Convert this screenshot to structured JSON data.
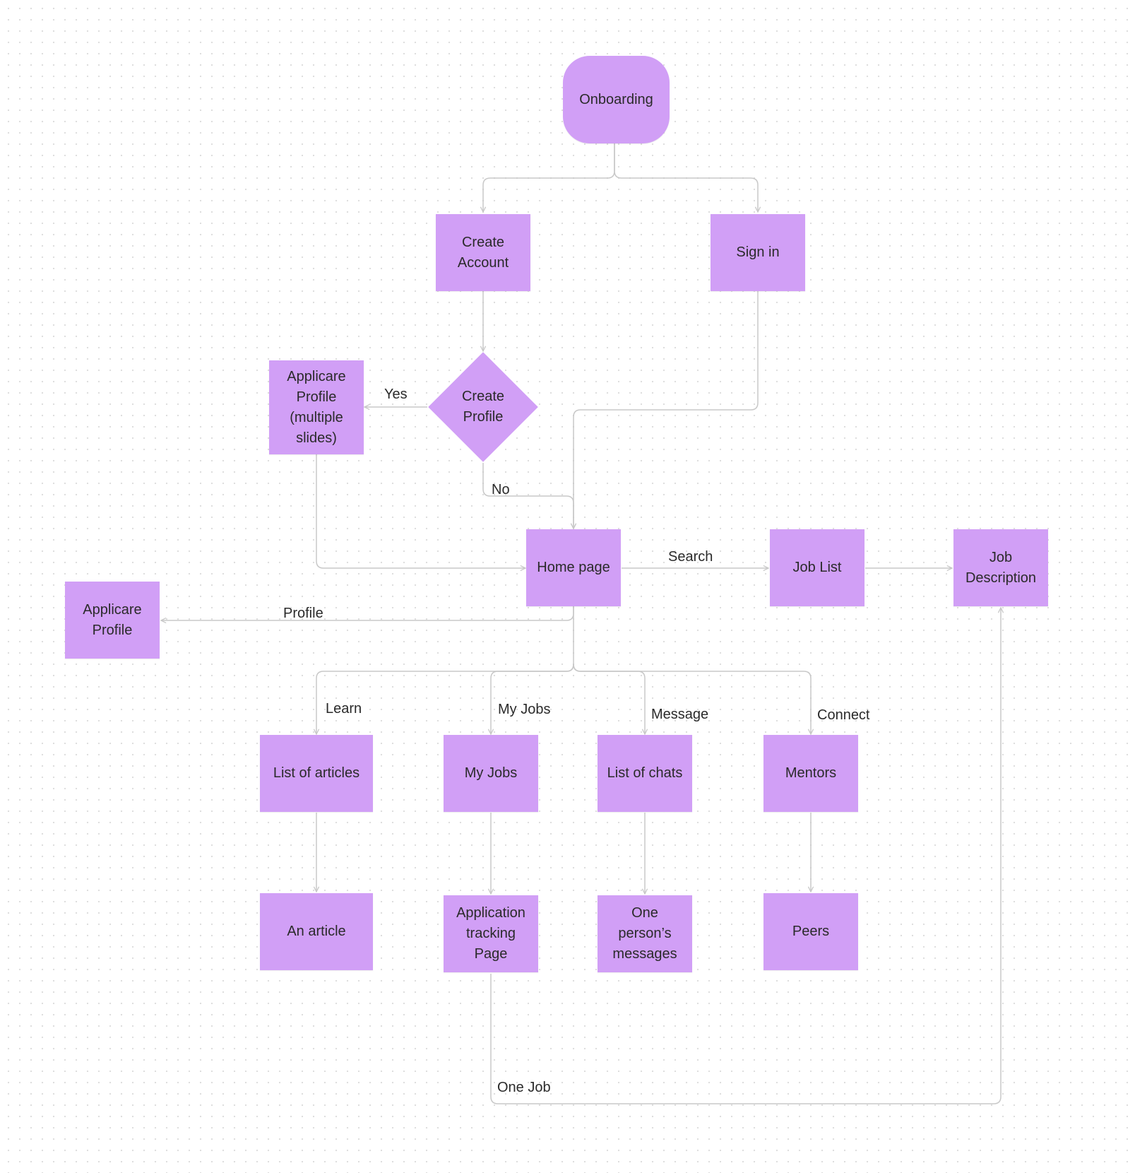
{
  "colors": {
    "node_fill": "#d19ff6",
    "connector": "#c8c8c8",
    "text": "#2a2a2a",
    "background_dots": "#dcdcdc"
  },
  "nodes": {
    "onboarding": "Onboarding",
    "create_account": "Create\nAccount",
    "sign_in": "Sign in",
    "create_profile": "Create\nProfile",
    "applicare_profile_multi": "Applicare\nProfile\n(multiple\nslides)",
    "home_page": "Home page",
    "job_list": "Job List",
    "job_description": "Job\nDescription",
    "applicare_profile": "Applicare\nProfile",
    "list_of_articles": "List of articles",
    "my_jobs": "My Jobs",
    "list_of_chats": "List of chats",
    "mentors": "Mentors",
    "an_article": "An article",
    "application_tracking": "Application\ntracking\nPage",
    "one_persons_messages": "One\nperson’s\nmessages",
    "peers": "Peers"
  },
  "edge_labels": {
    "yes": "Yes",
    "no": "No",
    "search": "Search",
    "profile": "Profile",
    "learn": "Learn",
    "my_jobs": "My Jobs",
    "message": "Message",
    "connect": "Connect",
    "one_job": "One Job"
  }
}
